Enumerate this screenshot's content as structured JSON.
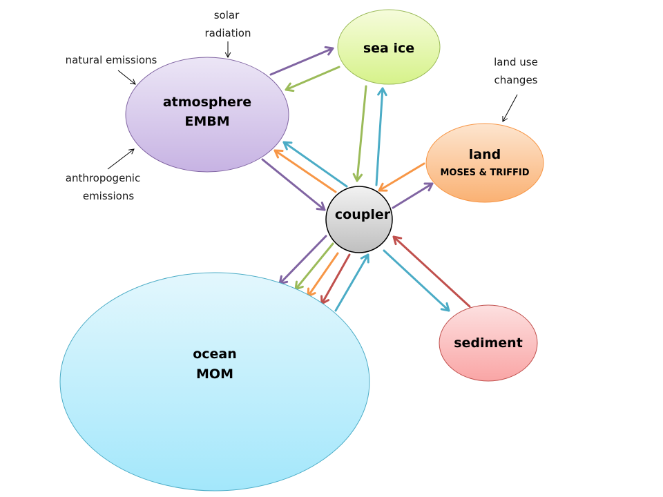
{
  "diagram": {
    "nodes": {
      "atmosphere": {
        "title": "atmosphere",
        "subtitle": "EMBM",
        "fill_top": "#ece6f6",
        "fill_bottom": "#c7b3e3",
        "stroke": "#8064a2"
      },
      "sea_ice": {
        "title": "sea ice",
        "fill_top": "#f6fcdc",
        "fill_bottom": "#d6f28a",
        "stroke": "#9bbb59"
      },
      "land": {
        "title": "land",
        "subtitle": "MOSES & TRIFFID",
        "fill_top": "#fde5cf",
        "fill_bottom": "#fab173",
        "stroke": "#f79646"
      },
      "coupler": {
        "title": "coupler",
        "fill_top": "#f2f2f2",
        "fill_bottom": "#bfbfbf",
        "stroke": "#000000"
      },
      "ocean": {
        "title": "ocean",
        "subtitle": "MOM",
        "fill_top": "#e3f7fd",
        "fill_bottom": "#a3e7fb",
        "stroke": "#4bacc6"
      },
      "sediment": {
        "title": "sediment",
        "fill_top": "#fde0e0",
        "fill_bottom": "#f9a5a5",
        "stroke": "#c0504d"
      }
    },
    "annotations": {
      "solar_radiation": [
        "solar",
        "radiation"
      ],
      "natural_emissions": [
        "natural emissions"
      ],
      "anthropogenic_emissions": [
        "anthropogenic",
        "emissions"
      ],
      "land_use_changes": [
        "land use",
        "changes"
      ]
    },
    "flow_colors": {
      "atmosphere": "#8064a2",
      "sea_ice": "#9bbb59",
      "land": "#f79646",
      "ocean": "#4bacc6",
      "sediment": "#c0504d"
    },
    "flows": [
      {
        "from": "atmosphere",
        "to": "sea_ice",
        "color": "atmosphere"
      },
      {
        "from": "sea_ice",
        "to": "atmosphere",
        "color": "sea_ice"
      },
      {
        "from": "sea_ice",
        "to": "coupler",
        "color": "sea_ice"
      },
      {
        "from": "coupler",
        "to": "sea_ice",
        "color": "ocean"
      },
      {
        "from": "atmosphere",
        "to": "coupler",
        "color": "atmosphere"
      },
      {
        "from": "coupler",
        "to": "atmosphere",
        "color": "land"
      },
      {
        "from": "coupler",
        "to": "atmosphere",
        "color": "ocean"
      },
      {
        "from": "land",
        "to": "coupler",
        "color": "land"
      },
      {
        "from": "coupler",
        "to": "land",
        "color": "atmosphere"
      },
      {
        "from": "coupler",
        "to": "ocean",
        "color": "atmosphere"
      },
      {
        "from": "coupler",
        "to": "ocean",
        "color": "sea_ice"
      },
      {
        "from": "coupler",
        "to": "ocean",
        "color": "land"
      },
      {
        "from": "coupler",
        "to": "ocean",
        "color": "sediment"
      },
      {
        "from": "ocean",
        "to": "coupler",
        "color": "ocean"
      },
      {
        "from": "coupler",
        "to": "sediment",
        "color": "ocean"
      },
      {
        "from": "sediment",
        "to": "coupler",
        "color": "sediment"
      }
    ]
  }
}
